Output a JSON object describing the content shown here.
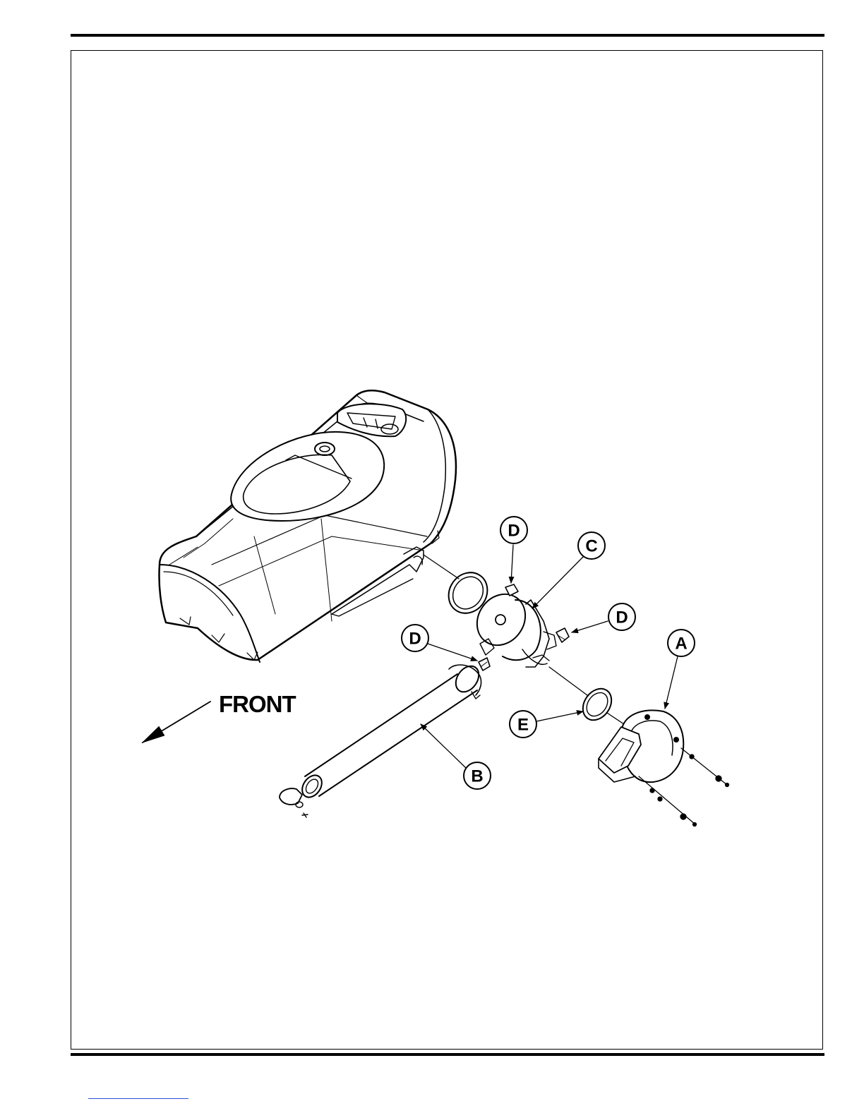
{
  "callouts": {
    "d_top": "D",
    "c": "C",
    "d_right": "D",
    "a": "A",
    "d_left": "D",
    "e": "E",
    "b": "B"
  },
  "front_label": "FRONT",
  "colors": {
    "line": "#000000",
    "footer_link": "#2b4fd6"
  }
}
